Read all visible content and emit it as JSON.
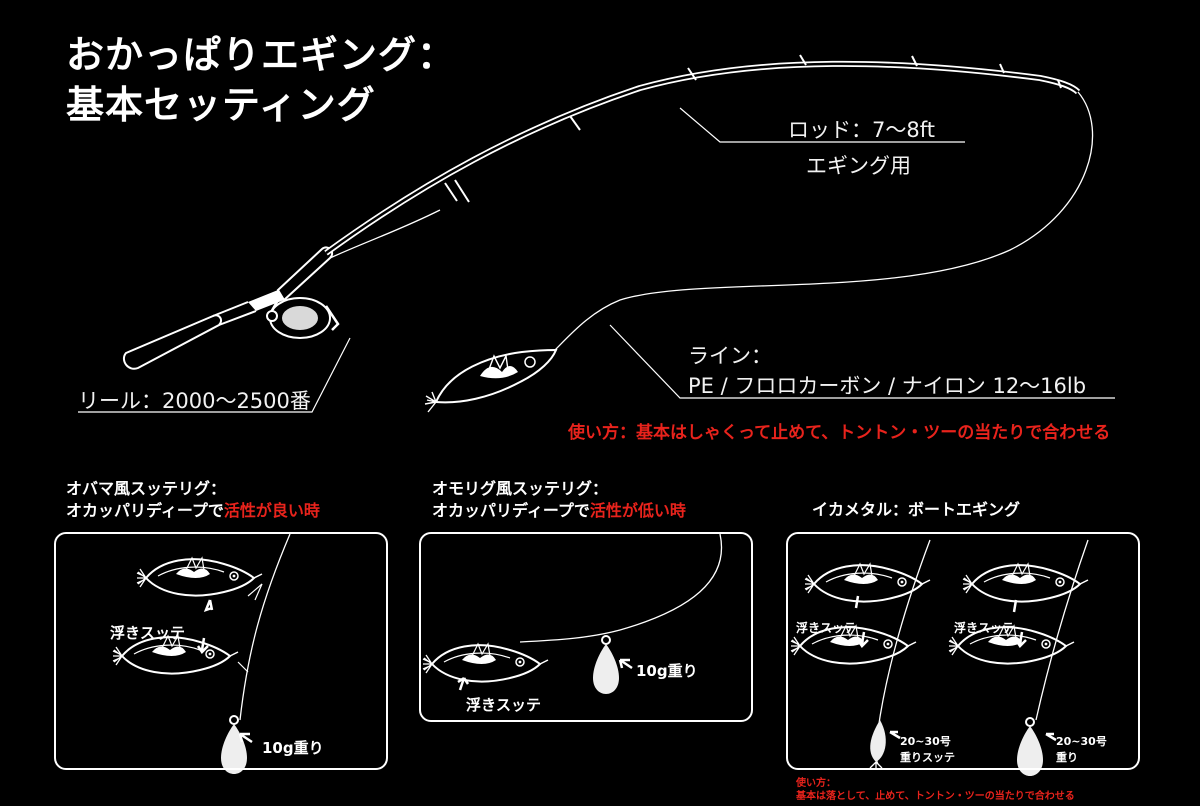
{
  "title": {
    "line1": "おかっぱりエギング：",
    "line2": "基本セッティング"
  },
  "rod": {
    "line1": "ロッド：7〜8ft",
    "line2": "エギング用"
  },
  "reel": {
    "text": "リール：2000〜2500番"
  },
  "line": {
    "line1": "ライン：",
    "line2": "PE / フロロカーボン / ナイロン 12〜16lb"
  },
  "usage_main": "使い方：基本はしゃくって止めて、トントン・ツーの当たりで合わせる",
  "sections": {
    "obama": {
      "heading_line1": "オバマ風スッテリグ：",
      "heading_line2_prefix": "オカッパリディープで",
      "heading_line2_red": "活性が良い時",
      "float_label": "浮きスッテ",
      "weight_label": "10g重り"
    },
    "omorig": {
      "heading_line1": "オモリグ風スッテリグ：",
      "heading_line2_prefix": "オカッパリディープで",
      "heading_line2_red": "活性が低い時",
      "float_label": "浮きスッテ",
      "weight_label": "10g重り"
    },
    "ikametal": {
      "heading": "イカメタル：ボートエギング",
      "left_float_label": "浮きスッテ",
      "left_weight_line1": "20~30号",
      "left_weight_line2": "重りスッテ",
      "right_float_label": "浮きスッテ",
      "right_weight_line1": "20~30号",
      "right_weight_line2": "重り",
      "usage_line1": "使い方：",
      "usage_line2": "基本は落として、止めて、トントン・ツーの当たりで合わせる"
    }
  },
  "colors": {
    "background": "#000000",
    "foreground": "#ffffff",
    "accent_red": "#e8231c"
  }
}
